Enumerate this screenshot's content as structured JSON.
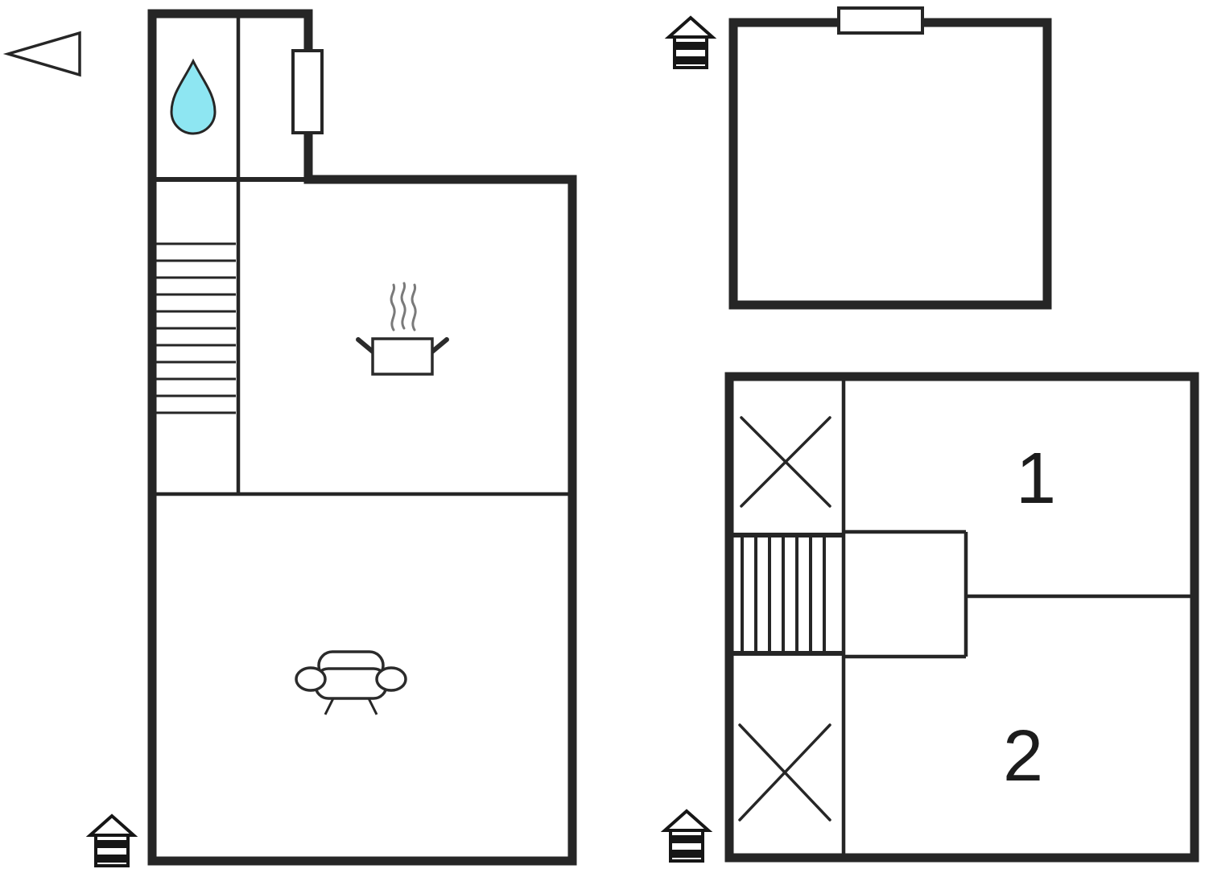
{
  "page": {
    "background": "#ffffff",
    "description": "Floor plan: ground floor with bathroom, kitchen and living room; upper floor with rooms 1 and 2; detached annex room"
  },
  "colors": {
    "wall": "#262626",
    "water_drop": "#8ee6f2",
    "steam": "#7a7a7a",
    "text": "#1c1c1c"
  },
  "ground_floor": {
    "icons": {
      "north_arrow": "north-arrow",
      "water_drop": "water-drop",
      "window": "window",
      "stairs": "staircase",
      "cooking_pot": "cooking-pot-with-steam",
      "sofa": "sofa",
      "entrance": "house-entrance"
    }
  },
  "annex": {
    "icons": {
      "window": "window",
      "entrance": "house-entrance"
    }
  },
  "upper_floor": {
    "rooms": [
      {
        "label": "1"
      },
      {
        "label": "2"
      }
    ],
    "icons": {
      "stairs": "staircase",
      "cross_top": "x-marker",
      "cross_bottom": "x-marker",
      "entrance": "house-entrance"
    }
  }
}
